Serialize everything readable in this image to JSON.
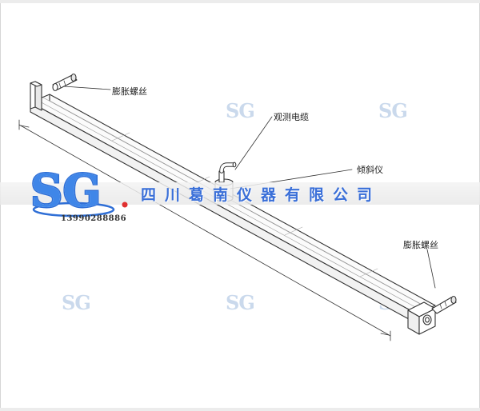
{
  "labels": {
    "expansion_bolt_top": "膨胀螺丝",
    "observation_cable": "观测电缆",
    "inclinometer": "倾斜仪",
    "expansion_bolt_bottom": "膨胀螺丝"
  },
  "logo": {
    "mark": "SG",
    "phone": "13990288886"
  },
  "company_banner": "四川葛南仪器有限公司",
  "watermark": "SG",
  "colors": {
    "line": "#333333",
    "logo_blue": "#2f6fd6",
    "banner_text": "#3a6fd8",
    "watermark": "#b9cde6"
  }
}
